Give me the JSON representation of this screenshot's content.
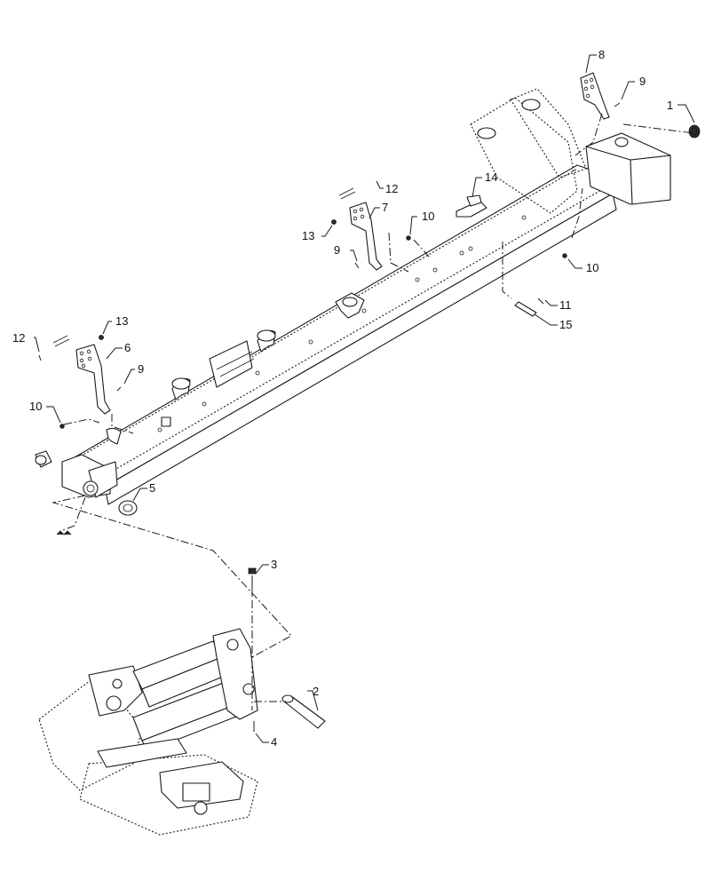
{
  "callouts": [
    {
      "id": "c1",
      "text": "1"
    },
    {
      "id": "c2",
      "text": "2"
    },
    {
      "id": "c3",
      "text": "3"
    },
    {
      "id": "c4",
      "text": "4"
    },
    {
      "id": "c5",
      "text": "5"
    },
    {
      "id": "c6",
      "text": "6"
    },
    {
      "id": "c7",
      "text": "7"
    },
    {
      "id": "c8",
      "text": "8"
    },
    {
      "id": "c9a",
      "text": "9"
    },
    {
      "id": "c9b",
      "text": "9"
    },
    {
      "id": "c9c",
      "text": "9"
    },
    {
      "id": "c10a",
      "text": "10"
    },
    {
      "id": "c10b",
      "text": "10"
    },
    {
      "id": "c10c",
      "text": "10"
    },
    {
      "id": "c11",
      "text": "11"
    },
    {
      "id": "c12a",
      "text": "12"
    },
    {
      "id": "c12b",
      "text": "12"
    },
    {
      "id": "c13a",
      "text": "13"
    },
    {
      "id": "c13b",
      "text": "13"
    },
    {
      "id": "c14",
      "text": "14"
    },
    {
      "id": "c15",
      "text": "15"
    }
  ]
}
